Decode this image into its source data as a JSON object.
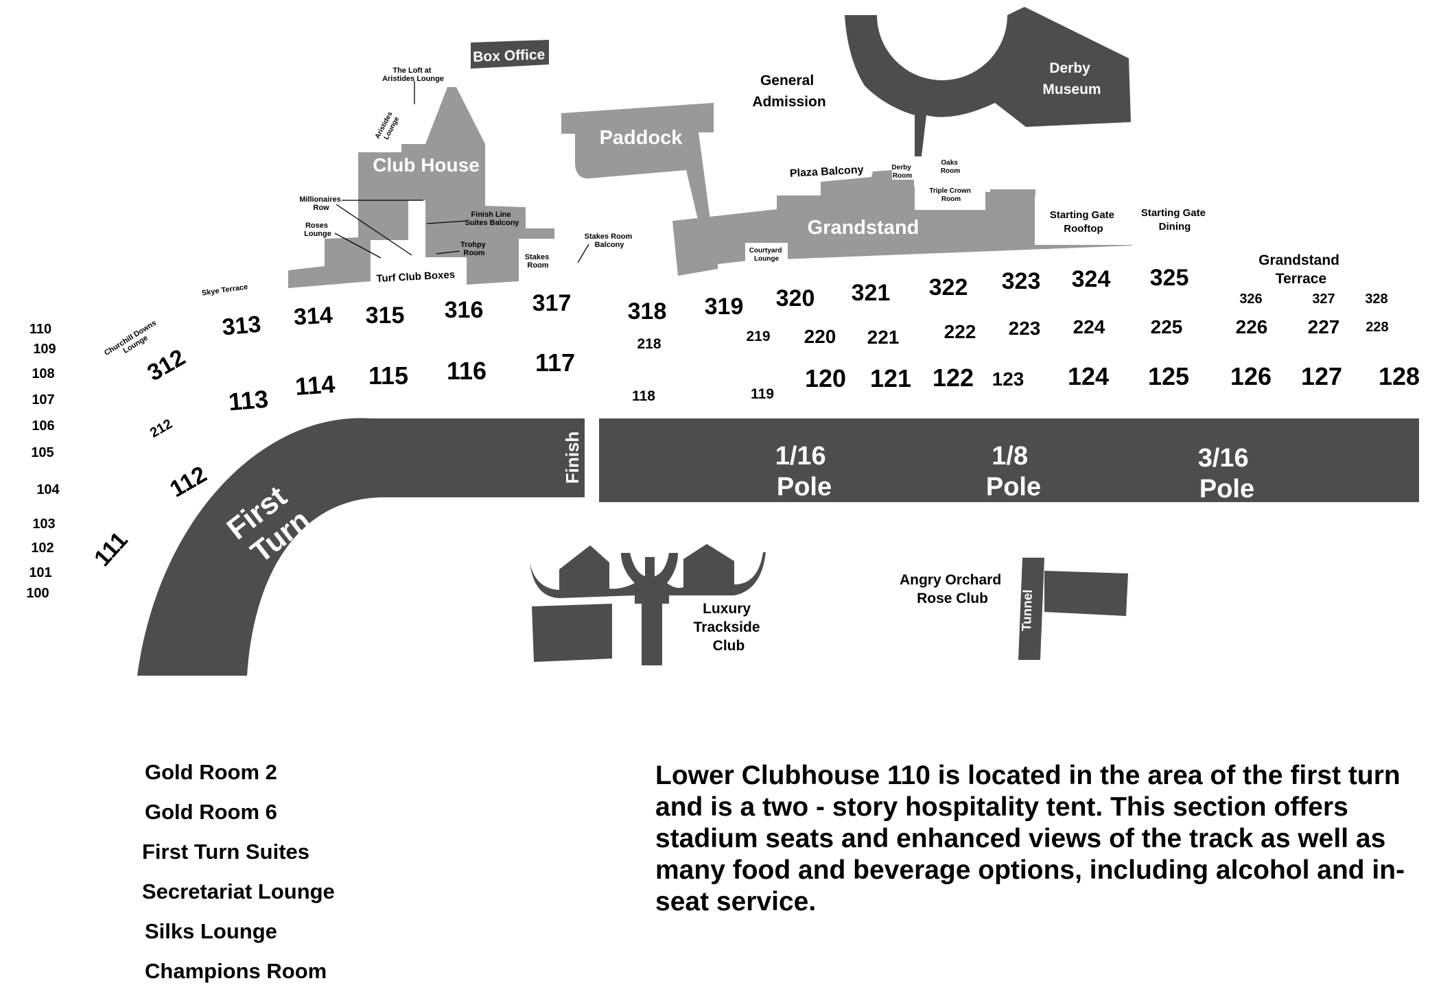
{
  "venues": {
    "box_office": "Box Office",
    "loft": [
      "The Loft at",
      "Aristides Lounge"
    ],
    "aristides": [
      "Aristides",
      "Lounge"
    ],
    "club_house": "Club House",
    "paddock": "Paddock",
    "general_admission": [
      "General",
      "Admission"
    ],
    "derby_museum": [
      "Derby",
      "Museum"
    ],
    "millionaires_row": [
      "Millionaires",
      "Row"
    ],
    "finish_line_suites": [
      "Finish Line",
      "Suites Balcony"
    ],
    "roses_lounge": [
      "Roses",
      "Lounge"
    ],
    "trophy_room": [
      "Trohpy",
      "Room"
    ],
    "turf_club_boxes": "Turf Club Boxes",
    "stakes_room": [
      "Stakes",
      "Room"
    ],
    "stakes_room_balcony": [
      "Stakes Room",
      "Balcony"
    ],
    "skye_terrace": "Skye Terrace",
    "churchill_downs_lounge": [
      "Churchill Downs",
      "Lounge"
    ],
    "plaza_balcony": "Plaza Balcony",
    "derby_room": [
      "Derby",
      "Room"
    ],
    "oaks_room": [
      "Oaks",
      "Room"
    ],
    "triple_crown_room": [
      "Triple Crown",
      "Room"
    ],
    "grandstand": "Grandstand",
    "courtyard_lounge": [
      "Courtyard",
      "Lounge"
    ],
    "starting_gate_rooftop": [
      "Starting Gate",
      "Rooftop"
    ],
    "starting_gate_dining": [
      "Starting Gate",
      "Dining"
    ],
    "grandstand_terrace": [
      "Grandstand",
      "Terrace"
    ],
    "luxury_trackside_club": [
      "Luxury",
      "Trackside",
      "Club"
    ],
    "angry_orchard": [
      "Angry Orchard",
      "Rose Club"
    ],
    "tunnel": "Tunnel"
  },
  "track": {
    "first_turn": [
      "First",
      "Turn"
    ],
    "finish": "Finish",
    "pole_1_16": [
      "1/16",
      "Pole"
    ],
    "pole_1_8": [
      "1/8",
      "Pole"
    ],
    "pole_3_16": [
      "3/16",
      "Pole"
    ]
  },
  "sections": {
    "row300": [
      "312",
      "313",
      "314",
      "315",
      "316",
      "317",
      "318",
      "319",
      "320",
      "321",
      "322",
      "323",
      "324",
      "325",
      "326",
      "327",
      "328"
    ],
    "row200": [
      "212",
      "218",
      "219",
      "220",
      "221",
      "222",
      "223",
      "224",
      "225",
      "226",
      "227",
      "228"
    ],
    "row100": [
      "111",
      "112",
      "113",
      "114",
      "115",
      "116",
      "117",
      "118",
      "119",
      "120",
      "121",
      "122",
      "123",
      "124",
      "125",
      "126",
      "127",
      "128"
    ],
    "left_column": [
      "110",
      "109",
      "108",
      "107",
      "106",
      "105",
      "104",
      "103",
      "102",
      "101",
      "100"
    ]
  },
  "legend": [
    "Gold Room 2",
    "Gold Room 6",
    "First Turn Suites",
    "Secretariat Lounge",
    "Silks Lounge",
    "Champions Room"
  ],
  "description": "Lower Clubhouse 110 is located in the area of the first turn and is a two - story hospitality tent. This section offers stadium seats and enhanced views of the track as well as many food and beverage options, including alcohol and in-seat service."
}
